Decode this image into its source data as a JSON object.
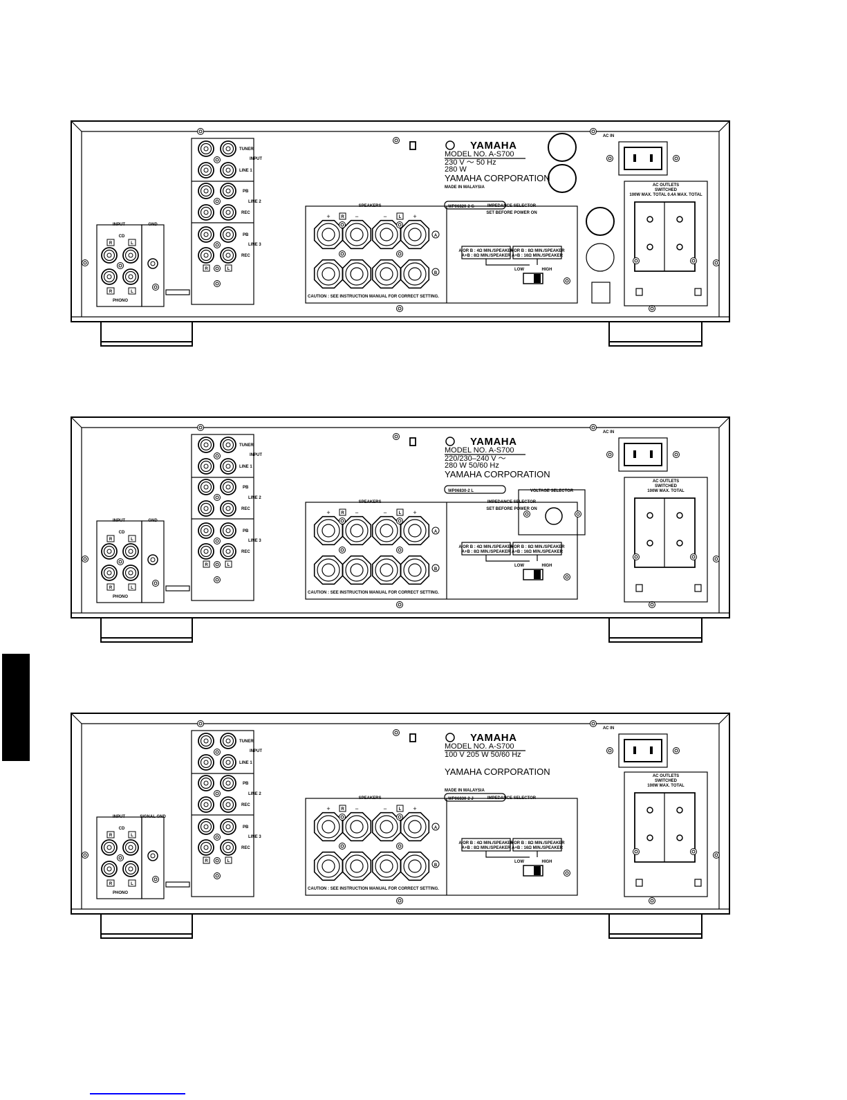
{
  "panels": [
    {
      "brand": "YAMAHA",
      "model": "MODEL NO.  A-S700",
      "ratings": [
        "230 V ～    50 Hz",
        "280 W"
      ],
      "corporation": "YAMAHA CORPORATION",
      "origin": "MADE IN MALAYSIA",
      "serial": "WP06820-2  G",
      "ac_in": "AC IN",
      "ac_outlets": "AC OUTLETS",
      "ac_outlets_sub": "SWITCHED",
      "ac_outlets_rating": "100W MAX. TOTAL   0.4A MAX. TOTAL",
      "impedance_title": "IMPEDANCE SELECTOR",
      "impedance_sub": "SET BEFORE POWER ON",
      "voltage_selector": ""
    },
    {
      "brand": "YAMAHA",
      "model": "MODEL NO.  A-S700",
      "ratings": [
        "220/230–240 V ～",
        "280 W      50/60 Hz"
      ],
      "corporation": "YAMAHA CORPORATION",
      "origin": "",
      "serial": "WP06830-2  L",
      "ac_in": "AC IN",
      "ac_outlets": "AC OUTLETS",
      "ac_outlets_sub": "SWITCHED",
      "ac_outlets_rating": "100W MAX. TOTAL",
      "impedance_title": "IMPEDANCE SELECTOR",
      "impedance_sub": "SET BEFORE POWER ON",
      "voltage_selector": "VOLTAGE SELECTOR"
    },
    {
      "brand": "YAMAHA",
      "model": "MODEL NO.  A-S700",
      "ratings": [
        "100 V   205 W   50/60 Hz"
      ],
      "corporation": "YAMAHA CORPORATION",
      "origin": "MADE IN MALAYSIA",
      "serial": "WP06830-2  J",
      "ac_in": "AC IN",
      "ac_outlets": "AC OUTLETS",
      "ac_outlets_sub": "SWITCHED",
      "ac_outlets_rating": "100W MAX. TOTAL",
      "impedance_title": "IMPEDANCE SELECTOR",
      "impedance_sub": "",
      "voltage_selector": ""
    }
  ],
  "common": {
    "input": "INPUT",
    "gnd": "GND",
    "signal_gnd": "SIGNAL GND",
    "cd": "CD",
    "phono": "PHONO",
    "r": "R",
    "l": "L",
    "tuner": "TUNER",
    "line1": "LINE 1",
    "line2": "LINE 2",
    "line3": "LINE 3",
    "pb": "PB",
    "rec": "REC",
    "speakers": "SPEAKERS",
    "plus": "+",
    "minus": "−",
    "a": "A",
    "b": "B",
    "caution": "CAUTION : SEE INSTRUCTION MANUAL FOR CORRECT SETTING.",
    "imp_low_1": "A OR B : 4Ω MIN./SPEAKER",
    "imp_low_2": "A+B : 8Ω MIN./SPEAKER",
    "imp_high_1": "A OR B : 8Ω MIN./SPEAKER",
    "imp_high_2": "A+B : 16Ω MIN./SPEAKER",
    "low": "LOW",
    "high": "HIGH"
  }
}
